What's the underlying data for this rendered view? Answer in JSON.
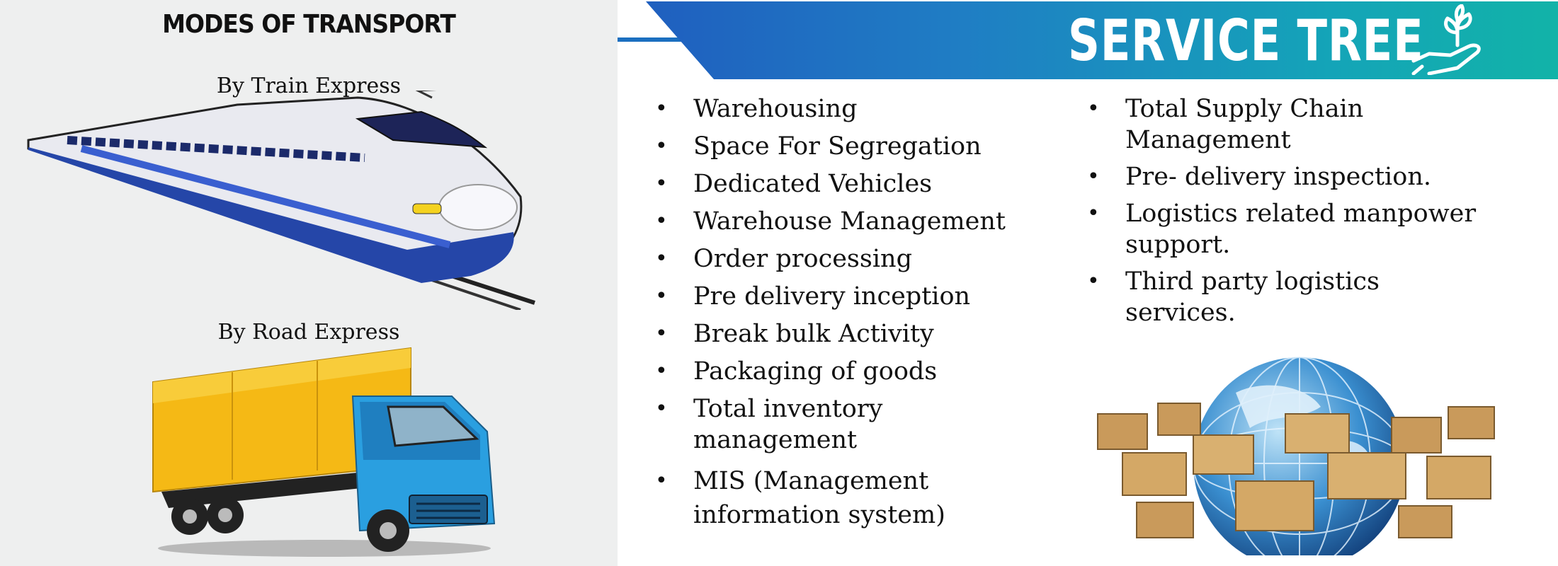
{
  "left": {
    "title": "MODES OF TRANSPORT",
    "train_label": "By Train Express",
    "road_label": "By Road Express"
  },
  "header": {
    "title": "SERVICE TREE",
    "icon": "hand-sprout-icon"
  },
  "services_left": [
    "Warehousing",
    "Space For Segregation",
    "Dedicated Vehicles",
    "Warehouse Management",
    "Order processing",
    "Pre delivery inception",
    "Break bulk Activity",
    "Packaging of goods",
    "Total inventory management",
    "MIS (Management information system)"
  ],
  "services_right": [
    "Total Supply Chain Management",
    "Pre- delivery inspection.",
    "Logistics related manpower support.",
    "Third party logistics services."
  ],
  "colors": {
    "banner_start": "#1f5fbf",
    "banner_end": "#12b3a8",
    "left_panel_bg": "#eeefef",
    "truck_cab": "#2a9fe0",
    "truck_box": "#f5c518"
  }
}
